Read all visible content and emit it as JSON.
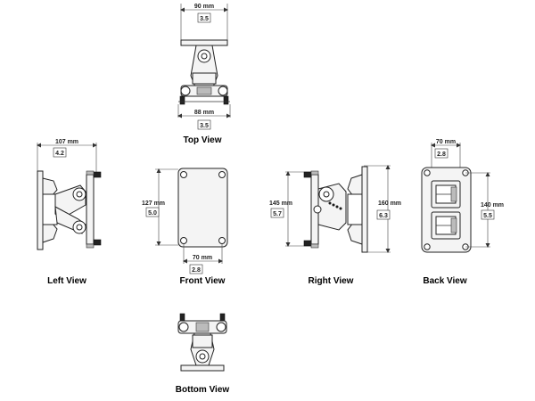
{
  "views": {
    "top": {
      "label": "Top View",
      "width_mm": "90 mm",
      "width_in": "3.5",
      "base_mm": "88 mm",
      "base_in": "3.5"
    },
    "left": {
      "label": "Left View",
      "depth_mm": "107 mm",
      "depth_in": "4.2"
    },
    "front": {
      "label": "Front View",
      "height_mm": "127 mm",
      "height_in": "5.0",
      "width_mm": "70 mm",
      "width_in": "2.8"
    },
    "right": {
      "label": "Right View",
      "height1_mm": "145 mm",
      "height1_in": "5.7",
      "height2_mm": "160 mm",
      "height2_in": "6.3"
    },
    "back": {
      "label": "Back View",
      "width_mm": "70 mm",
      "width_in": "2.8",
      "height_mm": "140 mm",
      "height_in": "5.5"
    },
    "bottom": {
      "label": "Bottom View"
    }
  }
}
